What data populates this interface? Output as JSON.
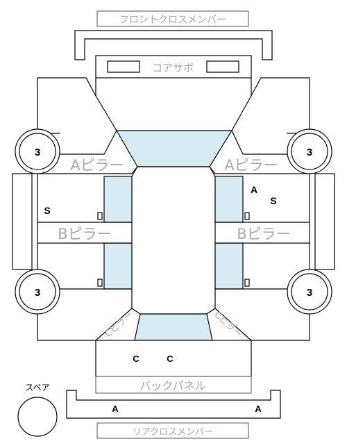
{
  "labels": {
    "front_cross_member": "フロントクロスメンバー",
    "core_support": "コアサポ",
    "a_pillar_left": "Aピラー",
    "a_pillar_right": "Aピラー",
    "b_pillar_left": "Bピラー",
    "b_pillar_right": "Bピラー",
    "c_pillar_left": "Cピラー",
    "c_pillar_right": "Cピラー",
    "back_panel": "バックパネル",
    "rear_cross_member": "リアクロスメンバー",
    "spare": "スペア"
  },
  "wheels": {
    "front_left": "3",
    "front_right": "3",
    "rear_left": "3",
    "rear_right": "3"
  },
  "markers": {
    "left_s": "S",
    "right_a": "A",
    "right_s": "S",
    "trunk_c1": "C",
    "trunk_c2": "C",
    "rear_a_left": "A",
    "rear_a_right": "A"
  },
  "colors": {
    "glass": "#d6ebf2",
    "label_gray": "#a9a9a9"
  }
}
